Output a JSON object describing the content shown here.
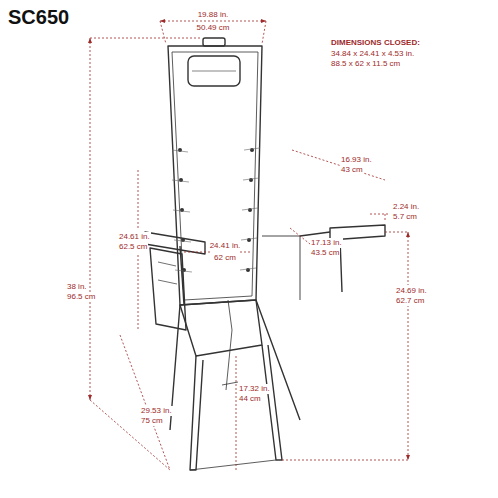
{
  "diagram": {
    "title": "SC650",
    "labels": [
      "DIMENSIONS CLOSED:",
      "34.84 x 24.41 x 4.53 in.",
      "88.5 x 62 x 11.5 cm",
      "19.88 in.",
      "50.49 cm",
      "24.61 in.",
      "62.5 cm",
      "16.93 in.",
      "43 cm",
      "38 in.",
      "96.5 cm",
      "24.41 in.",
      "62 cm",
      "2.24 in.",
      "5.7 cm",
      "17.13 in.",
      "43.5 cm",
      "24.69 in.",
      "62.7 cm",
      "29.53 in.",
      "75 cm",
      "17.32 in.",
      "44 cm"
    ]
  }
}
